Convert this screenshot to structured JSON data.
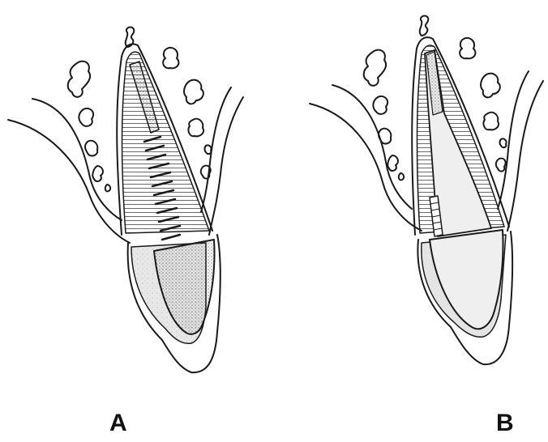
{
  "figure": {
    "panels": [
      {
        "label": "A",
        "depiction": "tooth-with-threaded-post-and-core"
      },
      {
        "label": "B",
        "depiction": "tooth-with-cast-post-core-crown"
      }
    ],
    "colors": {
      "ink": "#1a1a1a",
      "paper": "#ffffff",
      "restoration_fill": "#e4e4e4",
      "core_fill": "#efefef"
    }
  }
}
